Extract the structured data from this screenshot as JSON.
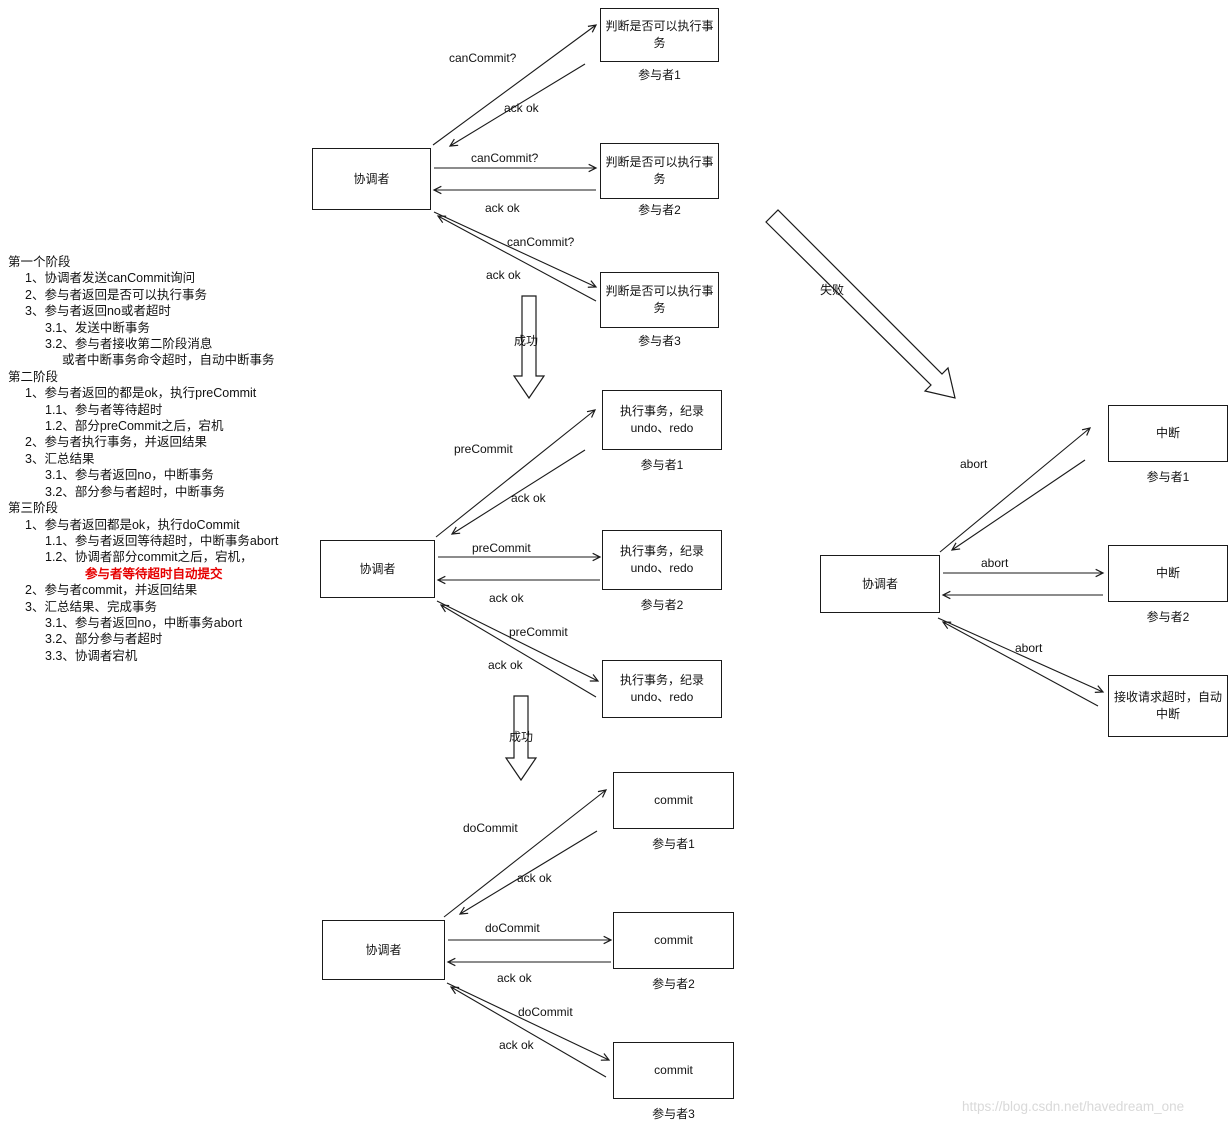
{
  "notes": {
    "lines": [
      {
        "text": "第一个阶段"
      },
      {
        "text": "1、协调者发送canCommit询问"
      },
      {
        "text": "2、参与者返回是否可以执行事务"
      },
      {
        "text": "3、参与者返回no或者超时"
      },
      {
        "text": "3.1、发送中断事务"
      },
      {
        "text": "3.2、参与者接收第二阶段消息"
      },
      {
        "text": "或者中断事务命令超时，自动中断事务"
      },
      {
        "text": "第二阶段"
      },
      {
        "text": "1、参与者返回的都是ok，执行preCommit"
      },
      {
        "text": "1.1、参与者等待超时"
      },
      {
        "text": "1.2、部分preCommit之后，宕机"
      },
      {
        "text": "2、参与者执行事务，并返回结果"
      },
      {
        "text": "3、汇总结果"
      },
      {
        "text": "3.1、参与者返回no，中断事务"
      },
      {
        "text": "3.2、部分参与者超时，中断事务"
      },
      {
        "text": "第三阶段"
      },
      {
        "text": "1、参与者返回都是ok，执行doCommit"
      },
      {
        "text": "1.1、参与者返回等待超时，中断事务abort"
      },
      {
        "text": "1.2、协调者部分commit之后，宕机，"
      },
      {
        "text": "参与者等待超时自动提交"
      },
      {
        "text": "2、参与者commit，并返回结果"
      },
      {
        "text": "3、汇总结果、完成事务"
      },
      {
        "text": "3.1、参与者返回no，中断事务abort"
      },
      {
        "text": "3.2、部分参与者超时"
      },
      {
        "text": "3.3、协调者宕机"
      }
    ]
  },
  "phase1": {
    "coordinator": "协调者",
    "success_label": "成功",
    "participants": [
      {
        "box": "判断是否可以执行事务",
        "name": "参与者1",
        "req": "canCommit?",
        "resp": "ack ok"
      },
      {
        "box": "判断是否可以执行事务",
        "name": "参与者2",
        "req": "canCommit?",
        "resp": "ack ok"
      },
      {
        "box": "判断是否可以执行事务",
        "name": "参与者3",
        "req": "canCommit?",
        "resp": "ack ok"
      }
    ]
  },
  "phase2": {
    "coordinator": "协调者",
    "success_label": "成功",
    "participants": [
      {
        "box_line1": "执行事务，纪录",
        "box_line2": "undo、redo",
        "name": "参与者1",
        "req": "preCommit",
        "resp": "ack ok"
      },
      {
        "box_line1": "执行事务，纪录",
        "box_line2": "undo、redo",
        "name": "参与者2",
        "req": "preCommit",
        "resp": "ack ok"
      },
      {
        "box_line1": "执行事务，纪录",
        "box_line2": "undo、redo",
        "req": "preCommit",
        "resp": "ack ok"
      }
    ]
  },
  "phase3": {
    "coordinator": "协调者",
    "participants": [
      {
        "box": "commit",
        "name": "参与者1",
        "req": "doCommit",
        "resp": "ack ok"
      },
      {
        "box": "commit",
        "name": "参与者2",
        "req": "doCommit",
        "resp": "ack ok"
      },
      {
        "box": "commit",
        "name": "参与者3",
        "req": "doCommit",
        "resp": "ack ok"
      }
    ]
  },
  "abort_path": {
    "coordinator": "协调者",
    "fail_label": "失败",
    "participants": [
      {
        "box": "中断",
        "name": "参与者1",
        "req": "abort"
      },
      {
        "box": "中断",
        "name": "参与者2",
        "req": "abort"
      },
      {
        "box": "接收请求超时，自动中断",
        "req": "abort"
      }
    ]
  },
  "watermark": "https://blog.csdn.net/havedream_one"
}
